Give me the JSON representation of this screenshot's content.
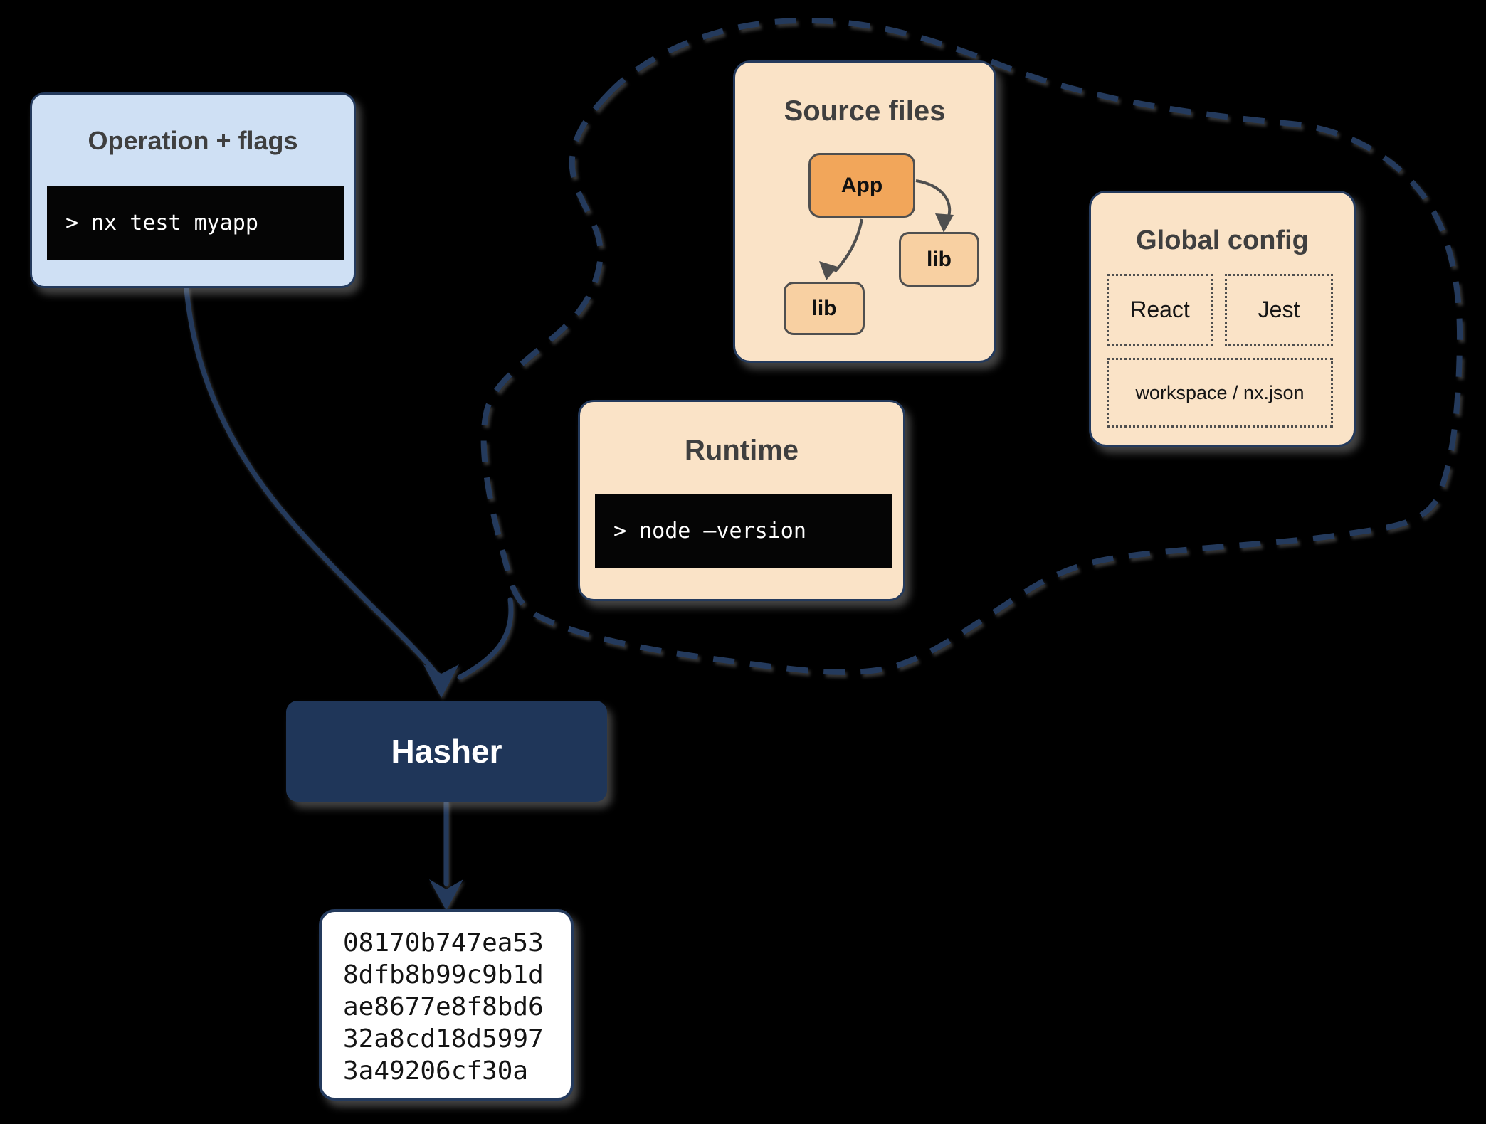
{
  "colors": {
    "bg": "#000000",
    "navy": "#243a5c",
    "navy-dark": "#1f3659",
    "blue-card": "#cfe0f4",
    "peach-card": "#fae3c7",
    "orange-app": "#f2a65a",
    "orange-lib": "#f8d0a2",
    "terminal-bg": "#050505",
    "terminal-text": "#ffffff",
    "title-gray": "#3f3f3f",
    "node-border-gray": "#4f4f4f",
    "hash-bg": "#ffffff",
    "hash-text": "#141414"
  },
  "operation_card": {
    "title": "Operation + flags",
    "command": "> nx test myapp"
  },
  "cloud": {
    "source_files": {
      "title": "Source files",
      "nodes": {
        "app": "App",
        "lib_right": "lib",
        "lib_left": "lib"
      }
    },
    "global_config": {
      "title": "Global config",
      "item_react": "React",
      "item_jest": "Jest",
      "item_workspace": "workspace / nx.json"
    },
    "runtime": {
      "title": "Runtime",
      "command": "> node –version"
    }
  },
  "hasher": {
    "label": "Hasher"
  },
  "hash_output": {
    "lines": [
      "08170b747ea53",
      "8dfb8b99c9b1d",
      "ae8677e8f8bd6",
      "32a8cd18d5997",
      "3a49206cf30a"
    ]
  }
}
